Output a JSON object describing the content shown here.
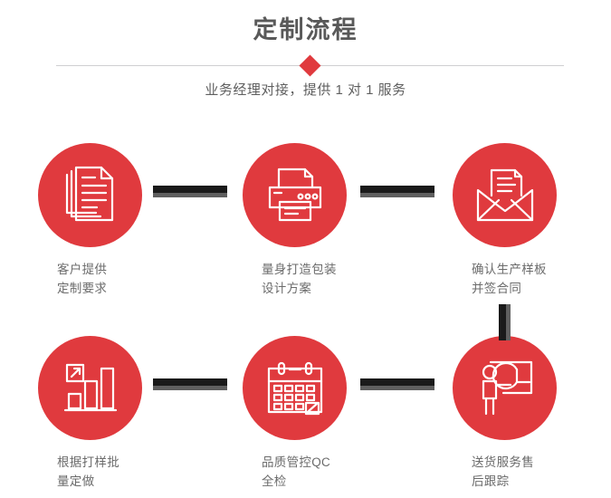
{
  "header": {
    "title": "定制流程",
    "subtitle": "业务经理对接，提供 1 对 1 服务",
    "divider_icon": "diamond-icon"
  },
  "theme": {
    "accent_red": "#e03a3e",
    "title_gray": "#595959",
    "label_gray": "#6b6b6b",
    "connector_dark": "#1a1a1a",
    "connector_shadow": "#5f5f5f",
    "divider_line": "#cfcfd1",
    "background": "#ffffff"
  },
  "flow": {
    "steps": [
      {
        "index": 1,
        "icon": "documents-stack-icon",
        "label": "客户提供\n定制要求"
      },
      {
        "index": 2,
        "icon": "printer-icon",
        "label": "量身打造包装\n设计方案"
      },
      {
        "index": 3,
        "icon": "envelope-document-icon",
        "label": "确认生产样板\n并签合同"
      },
      {
        "index": 4,
        "icon": "bar-chart-growth-icon",
        "label": "根据打样批\n量定做"
      },
      {
        "index": 5,
        "icon": "calendar-check-icon",
        "label": "品质管控QC\n全检"
      },
      {
        "index": 6,
        "icon": "presenter-pie-chart-icon",
        "label": "送货服务售\n后跟踪"
      }
    ],
    "connectors": [
      {
        "name": "connector-1-to-2",
        "direction": "horizontal"
      },
      {
        "name": "connector-2-to-3",
        "direction": "horizontal"
      },
      {
        "name": "connector-3-to-4",
        "direction": "vertical"
      },
      {
        "name": "connector-4-to-5",
        "direction": "horizontal"
      },
      {
        "name": "connector-5-to-6",
        "direction": "horizontal"
      }
    ]
  }
}
